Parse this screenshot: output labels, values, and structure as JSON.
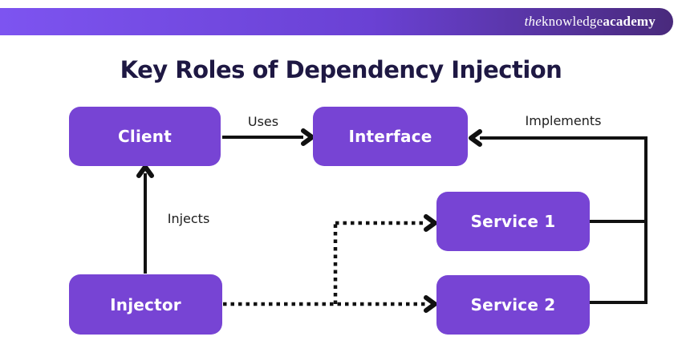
{
  "header": {
    "logo_the": "the",
    "logo_knowledge": "knowledge",
    "logo_academy": "academy"
  },
  "title": "Key Roles of Dependency Injection",
  "nodes": [
    {
      "id": "client",
      "label": "Client"
    },
    {
      "id": "interface",
      "label": "Interface"
    },
    {
      "id": "service-1",
      "label": "Service 1"
    },
    {
      "id": "service-2",
      "label": "Service 2"
    },
    {
      "id": "injector",
      "label": "Injector"
    }
  ],
  "edges": [
    {
      "from": "Client",
      "to": "Interface",
      "label": "Uses",
      "style": "solid-arrow"
    },
    {
      "from": "Service 1 and Service 2",
      "to": "Interface",
      "label": "Implements",
      "style": "solid-arrow"
    },
    {
      "from": "Injector",
      "to": "Client",
      "label": "Injects",
      "style": "solid-arrow"
    },
    {
      "from": "Injector",
      "to": "Service 1",
      "label": "",
      "style": "dotted-arrow"
    },
    {
      "from": "Injector",
      "to": "Service 2",
      "label": "",
      "style": "dotted-arrow"
    }
  ],
  "colors": {
    "node_fill": "#7744d4",
    "node_text": "#ffffff",
    "title_text": "#1e1843",
    "connector": "#111111",
    "label_text": "#1d1d1d",
    "banner_gradient_start": "#7d54f0",
    "banner_gradient_end": "#492a7c",
    "background": "#ffffff"
  }
}
